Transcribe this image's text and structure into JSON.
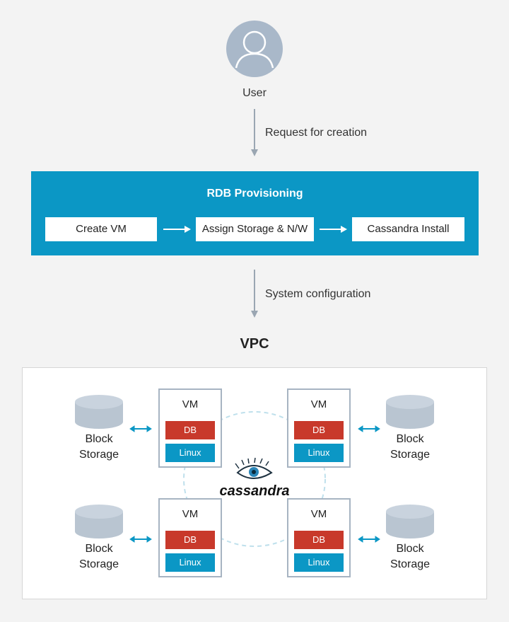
{
  "user": {
    "label": "User",
    "icon": "user-avatar-icon"
  },
  "flow": {
    "request_label": "Request for creation",
    "config_label": "System configuration"
  },
  "rdb": {
    "title": "RDB Provisioning",
    "steps": [
      "Create VM",
      "Assign Storage & N/W",
      "Cassandra Install"
    ]
  },
  "vpc": {
    "title": "VPC",
    "vms": [
      {
        "title": "VM",
        "db": "DB",
        "os": "Linux"
      },
      {
        "title": "VM",
        "db": "DB",
        "os": "Linux"
      },
      {
        "title": "VM",
        "db": "DB",
        "os": "Linux"
      },
      {
        "title": "VM",
        "db": "DB",
        "os": "Linux"
      }
    ],
    "storages": [
      {
        "line1": "Block",
        "line2": "Storage"
      },
      {
        "line1": "Block",
        "line2": "Storage"
      },
      {
        "line1": "Block",
        "line2": "Storage"
      },
      {
        "line1": "Block",
        "line2": "Storage"
      }
    ],
    "logo_text": "cassandra"
  },
  "colors": {
    "background": "#f3f3f3",
    "primary": "#0b97c5",
    "db": "#c8392b",
    "vm_border": "#a7b4c2",
    "storage": "#b9c5d1"
  }
}
